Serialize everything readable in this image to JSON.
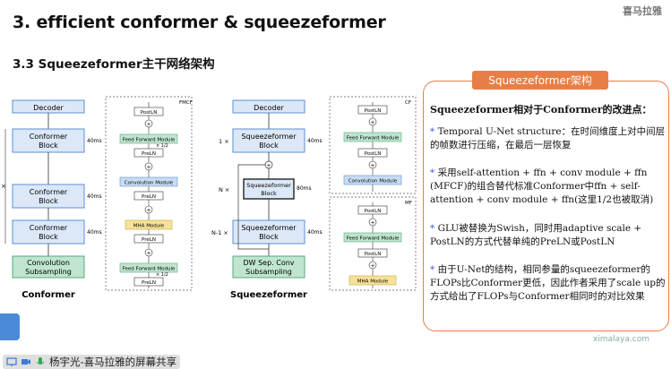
{
  "slide": {
    "title": "3. efficient conformer & squeezeformer",
    "subtitle": "3.3 Squeezeformer主干网络架构",
    "brand": "喜马拉雅"
  },
  "figure": {
    "conformer": {
      "title": "Conformer",
      "decoder": "Decoder",
      "block": "Conformer\nBlock",
      "subsampling": "Convolution\nSubsampling",
      "times": [
        "40ms",
        "40ms",
        "40ms"
      ],
      "side_label": "×",
      "panel_label": "FMCF",
      "modules": [
        "PostLN",
        "Feed Forward Module",
        "PreLN",
        "Convolution Module",
        "PreLN",
        "MHA Module",
        "PreLN",
        "Feed Forward Module",
        "PreLN"
      ],
      "half_label": "× 1/2"
    },
    "squeezeformer": {
      "title": "Squeezeformer",
      "decoder": "Decoder",
      "block": "Squeezeformer\nBlock",
      "subsampling": "DW Sep. Conv\nSubsampling",
      "reps": [
        "1 ×",
        "N ×",
        "N-1 ×"
      ],
      "times": [
        "40ms",
        "80ms",
        "40ms"
      ],
      "cf_label": "CF",
      "mf_label": "MF",
      "cf_modules": [
        "PostLN",
        "Feed Forward Module",
        "PostLN",
        "Convolution Module"
      ],
      "mf_modules": [
        "PostLN",
        "Feed Forward Module",
        "PostLN",
        "MHA Module"
      ]
    }
  },
  "callout": {
    "tag": "Squeezeformer架构",
    "heading": "Squeezeformer相对于Conformer的改进点：",
    "bullets": [
      "Temporal U-Net structure：在时间维度上对中间层的帧数进行压缩，在最后一层恢复",
      "采用self-attention + ffn + conv module + ffn (MFCF)的组合替代标准Conformer中ffn + self-attention + conv module + ffn(这里1/2也被取消)",
      "GLU被替换为Swish，同时用adaptive scale + PostLN的方式代替单纯的PreLN或PostLN",
      "由于U-Net的结构，相同参量的squeezeformer的FLOPs比Conformer更低，因此作者采用了scale up的方式给出了FLOPs与Conformer相同时的对比效果"
    ]
  },
  "footer": {
    "site": "ximalaya.com",
    "share": "杨宇光-喜马拉雅的屏幕共享"
  },
  "colors": {
    "accent": "#e87e45",
    "block_fill": "#dce8f7",
    "block_stroke": "#5b8fd0",
    "ffn_fill": "#bfe5cf",
    "conv_fill": "#c9dcf2",
    "mha_fill": "#f7e29a",
    "star": "#3b5bd6"
  }
}
